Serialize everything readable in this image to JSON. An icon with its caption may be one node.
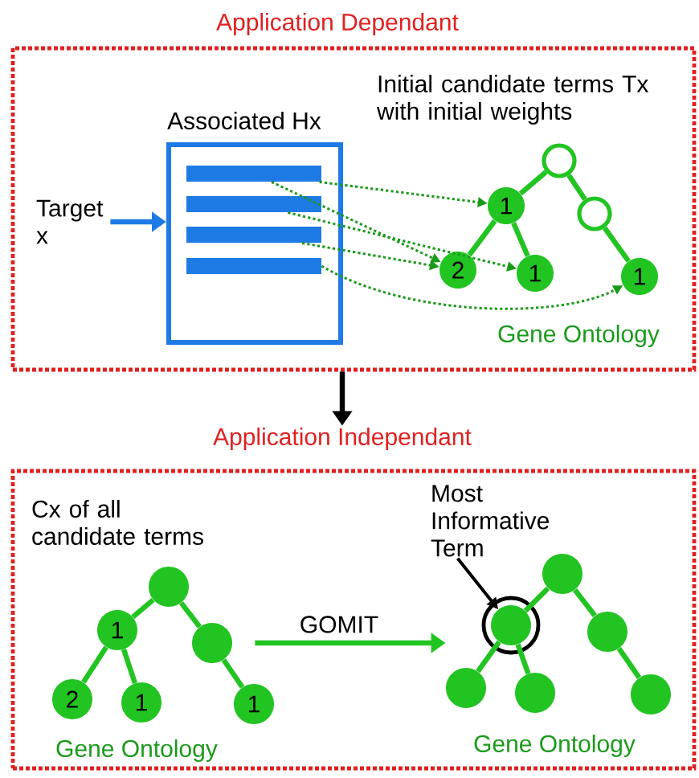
{
  "diagram": {
    "nodes": [
      {
        "text": [
          "Application Dependant"
        ]
      },
      {
        "text": [
          "Associated Hx"
        ],
        "in": 0
      },
      {
        "text": [],
        "shape": "bar",
        "in": 1
      },
      {
        "text": [],
        "shape": "bar",
        "in": 1
      },
      {
        "text": [],
        "shape": "bar",
        "in": 1
      },
      {
        "text": [],
        "shape": "bar",
        "in": 1
      },
      {
        "text": [
          "Target x"
        ],
        "in": 0
      },
      {
        "text": [],
        "shape": "circle",
        "in": 0
      },
      {
        "text": [
          "1"
        ],
        "in": 0
      },
      {
        "text": [],
        "shape": "circle",
        "in": 0
      },
      {
        "text": [
          "2"
        ],
        "in": 0
      },
      {
        "text": [
          "1"
        ],
        "in": 0
      },
      {
        "text": [
          "1"
        ],
        "in": 0
      },
      {
        "text": [
          "Application Independant"
        ]
      },
      {
        "text": [],
        "shape": "circle",
        "in": 13
      },
      {
        "text": [
          "1"
        ],
        "in": 13
      },
      {
        "text": [],
        "shape": "circle",
        "in": 13
      },
      {
        "text": [
          "2"
        ],
        "in": 13
      },
      {
        "text": [
          "1"
        ],
        "in": 13
      },
      {
        "text": [
          "1"
        ],
        "in": 13
      },
      {
        "text": [],
        "shape": "circle",
        "in": 13
      },
      {
        "text": [],
        "shape": "circle",
        "in": 13
      },
      {
        "text": [],
        "shape": "circle",
        "in": 13
      },
      {
        "text": [],
        "shape": "circle",
        "in": 13
      },
      {
        "text": [],
        "shape": "circle",
        "in": 13
      },
      {
        "text": [],
        "shape": "circle",
        "in": 13
      },
      {
        "text": [
          "Most Informative Term"
        ],
        "in": 13
      }
    ],
    "edges": [
      {
        "from": 7,
        "to": 8,
        "arrow": "none"
      },
      {
        "from": 7,
        "to": 9,
        "arrow": "none"
      },
      {
        "from": 8,
        "to": 10,
        "arrow": "none"
      },
      {
        "from": 8,
        "to": 11,
        "arrow": "none"
      },
      {
        "from": 9,
        "to": 12,
        "arrow": "none"
      },
      {
        "from": 2,
        "to": 8,
        "arrow": "to",
        "style": "dashed",
        "color": "#1a9a1a"
      },
      {
        "from": 2,
        "to": 10,
        "arrow": "to",
        "style": "dashed",
        "color": "#1a9a1a"
      },
      {
        "from": 3,
        "to": 11,
        "arrow": "to",
        "style": "dashed",
        "color": "#1a9a1a"
      },
      {
        "from": 4,
        "to": 10,
        "arrow": "to",
        "style": "dashed",
        "color": "#1a9a1a"
      },
      {
        "from": 5,
        "to": 12,
        "arrow": "to",
        "style": "dashed",
        "color": "#1a9a1a"
      },
      {
        "from": 6,
        "to": 1,
        "arrow": "to",
        "color": "#1e7be6"
      },
      {
        "from": 0,
        "to": 13,
        "arrow": "to",
        "color": "#000000"
      },
      {
        "from": 14,
        "to": 15,
        "arrow": "none"
      },
      {
        "from": 14,
        "to": 16,
        "arrow": "none"
      },
      {
        "from": 15,
        "to": 17,
        "arrow": "none"
      },
      {
        "from": 15,
        "to": 18,
        "arrow": "none"
      },
      {
        "from": 16,
        "to": 19,
        "arrow": "none"
      },
      {
        "from": 20,
        "to": 21,
        "arrow": "none"
      },
      {
        "from": 20,
        "to": 22,
        "arrow": "none"
      },
      {
        "from": 21,
        "to": 23,
        "arrow": "none"
      },
      {
        "from": 21,
        "to": 24,
        "arrow": "none"
      },
      {
        "from": 22,
        "to": 25,
        "arrow": "none"
      },
      {
        "from": 16,
        "to": 23,
        "arrow": "to",
        "label": "GOMIT"
      },
      {
        "from": 26,
        "to": 21,
        "arrow": "to",
        "color": "#000000"
      }
    ],
    "labels": [
      "Initial candidate terms Tx with initial weights",
      "Gene Ontology",
      "Cx of all candidate terms",
      "Gene Ontology",
      "Gene Ontology"
    ]
  }
}
